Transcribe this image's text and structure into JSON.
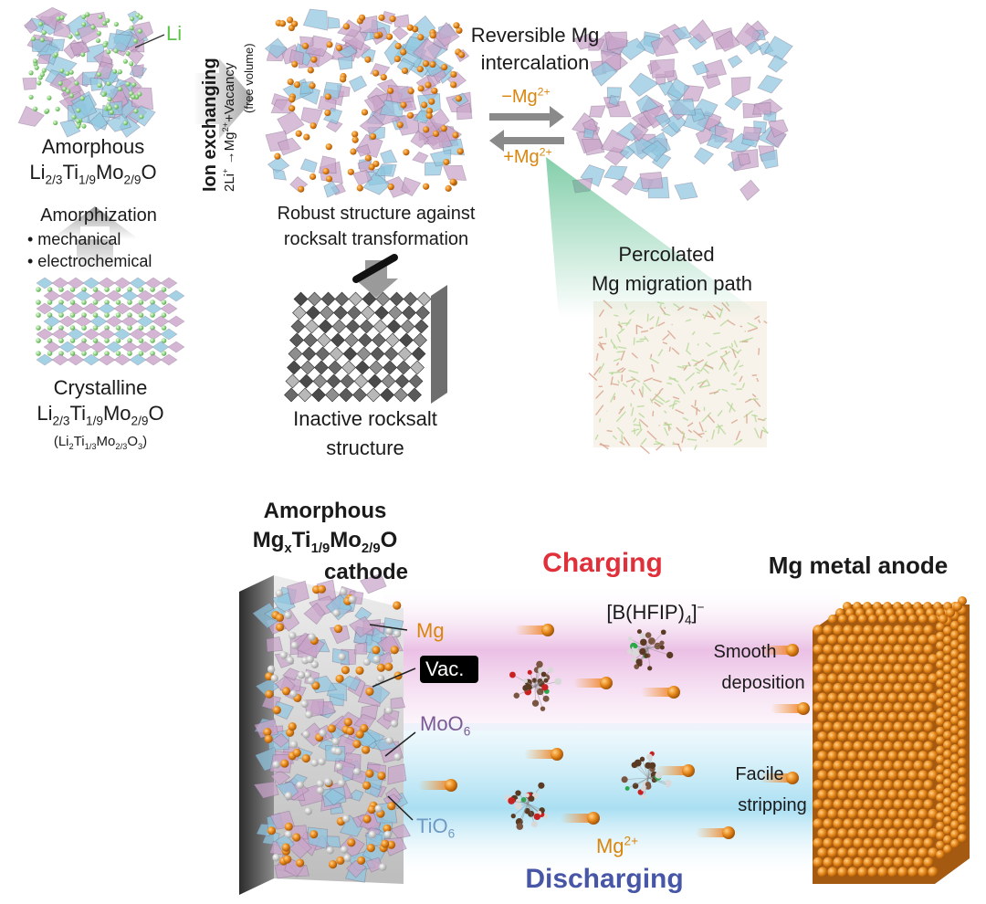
{
  "top": {
    "li_label": "Li",
    "amorphous_title": "Amorphous",
    "amorphous_formula": {
      "a": "Li",
      "a_sub": "2/3",
      "b": "Ti",
      "b_sub": "1/9",
      "c": "Mo",
      "c_sub": "2/9",
      "d": "O"
    },
    "amorphization_title": "Amorphization",
    "amorphization_items": [
      "• mechanical",
      "• electrochemical"
    ],
    "crystalline_title": "Crystalline",
    "crystalline_formula": {
      "a": "Li",
      "a_sub": "2/3",
      "b": "Ti",
      "b_sub": "1/9",
      "c": "Mo",
      "c_sub": "2/9",
      "d": "O"
    },
    "crystalline_alt": {
      "open": "(Li",
      "a_sub": "2",
      "b": "Ti",
      "b_sub": "1/3",
      "c": "Mo",
      "c_sub": "2/3",
      "d": "O",
      "d_sub": "3",
      "close": ")"
    },
    "ion_exchange_title": "Ion exchanging",
    "ion_exchange_eq": {
      "left": "2Li",
      "left_sup": "+",
      "arrow": " →Mg",
      "mg_sup": "2+",
      "right": "+Vacancy"
    },
    "ion_exchange_note": "(free volume)",
    "reversible_line1": "Reversible Mg",
    "reversible_line2": "intercalation",
    "minus_mg": {
      "text": "−Mg",
      "sup": "2+"
    },
    "plus_mg": {
      "text": "+Mg",
      "sup": "2+"
    },
    "robust_line1": "Robust structure against",
    "robust_line2": "rocksalt transformation",
    "inactive_line1": "Inactive rocksalt",
    "inactive_line2": "structure",
    "percolated_line1": "Percolated",
    "percolated_line2": "Mg migration path"
  },
  "bottom": {
    "cathode_line1": "Amorphous",
    "cathode_formula": {
      "a": "Mg",
      "a_sub": "x",
      "b": "Ti",
      "b_sub": "1/9",
      "c": "Mo",
      "c_sub": "2/9",
      "d": "O"
    },
    "cathode_line3": "cathode",
    "charging": "Charging",
    "discharging": "Discharging",
    "anode_title": "Mg metal anode",
    "anion": {
      "text": "[B(HFIP)",
      "sub": "4",
      "close": "]",
      "sup": "−"
    },
    "mg_label": "Mg",
    "vac_label": "Vac.",
    "moo6": {
      "text": "MoO",
      "sub": "6"
    },
    "tio6": {
      "text": "TiO",
      "sub": "6"
    },
    "mg_ion": {
      "text": "Mg",
      "sup": "2+"
    },
    "smooth_line1": "Smooth",
    "smooth_line2": "deposition",
    "facile_line1": "Facile",
    "facile_line2": "stripping"
  },
  "colors": {
    "li_green": "#5cc24a",
    "mg_orange": "#d9860f",
    "charging_red": "#e0303a",
    "discharging_blue": "#4756a6",
    "moo6_purple": "#7b5a94",
    "tio6_blue": "#6f9ac4",
    "octa_purple": "#c9a3c9",
    "octa_blue": "#8fc6df"
  }
}
